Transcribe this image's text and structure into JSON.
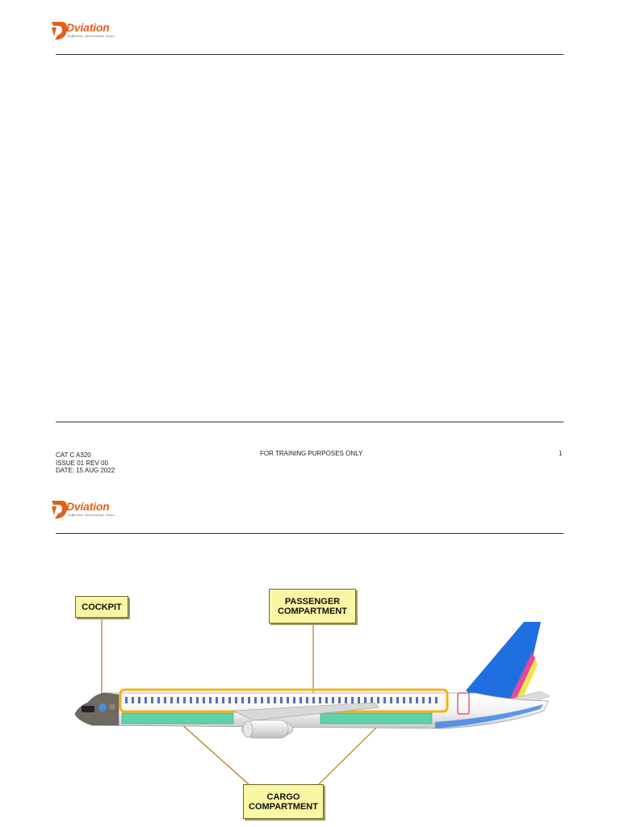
{
  "brand": {
    "name": "Dviation",
    "tagline": "Different. Determined. Done.",
    "color": "#e0601c"
  },
  "footer": {
    "line1": "CAT C A320",
    "line2": "ISSUE 01 REV 00",
    "line3": "DATE: 15 AUG 2022",
    "center": "FOR TRAINING PURPOSES ONLY",
    "page": "1"
  },
  "diagram": {
    "labels": {
      "cockpit": "COCKPIT",
      "passenger_1": "PASSENGER",
      "passenger_2": "COMPARTMENT",
      "cargo_1": "CARGO",
      "cargo_2": "COMPARTMENT"
    },
    "colors": {
      "callout_fill": "#f9f6a4",
      "highlight": "#f2b21b",
      "cargo": "#5fd3a8",
      "tail_blue": "#1f6fe0"
    }
  }
}
